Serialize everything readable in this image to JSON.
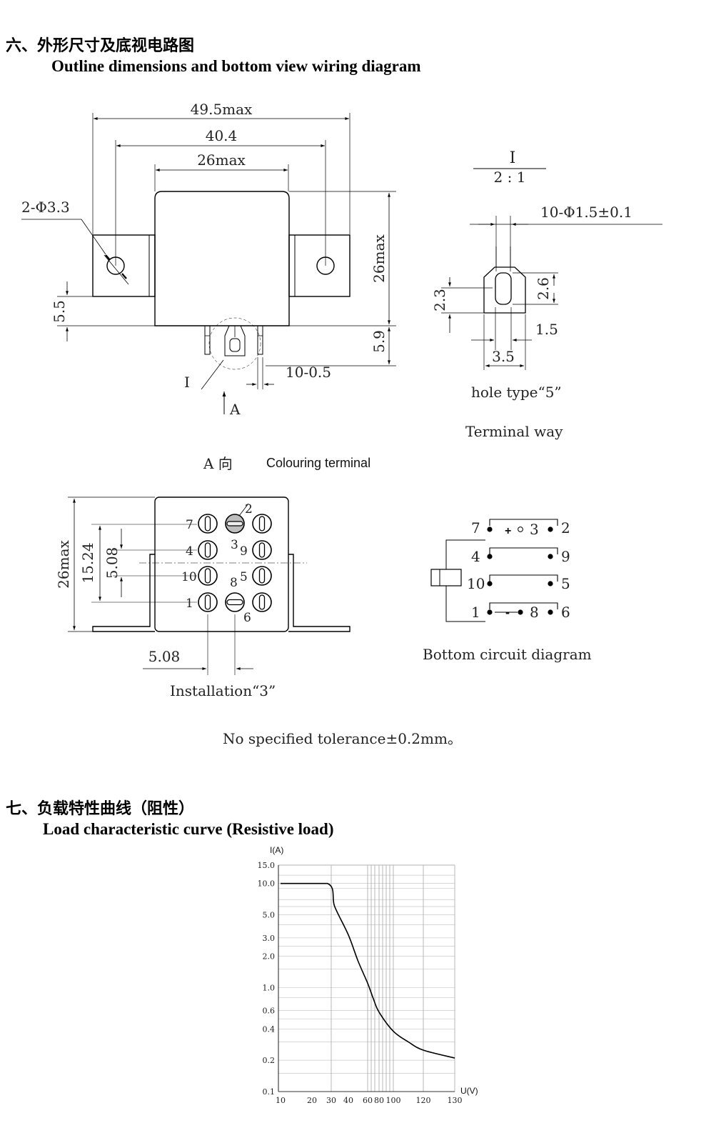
{
  "section6": {
    "title_cn": "六、外形尺寸及底视电路图",
    "title_en": "Outline dimensions and bottom view wiring diagram"
  },
  "outline": {
    "dim_overall": "49.5max",
    "dim_holes": "40.4",
    "dim_body": "26max",
    "dim_height": "26max",
    "dim_holes_dia": "2-Φ3.3",
    "dim_flange": "5.5",
    "dim_pin_len": "5.9",
    "dim_pin_w": "10-0.5",
    "detail_ref": "I",
    "view_ref": "A"
  },
  "detail": {
    "ref": "I",
    "scale": "2 : 1",
    "hole_dia": "10-Φ1.5±0.1",
    "dim_a": "2.3",
    "dim_b": "2.6",
    "dim_c": "1.5",
    "dim_d": "3.5",
    "caption_1": "hole type“5”",
    "caption_2": "Terminal way"
  },
  "view_a": {
    "title": "A 向",
    "colouring_label": "Colouring terminal",
    "dim_h": "26max",
    "dim_pitch_v": "15.24",
    "dim_pitch_s": "5.08",
    "dim_pitch_h": "5.08",
    "caption": "Installation“3”",
    "pins": [
      "7",
      "2",
      "4",
      "3",
      "9",
      "10",
      "8",
      "5",
      "1",
      "6"
    ]
  },
  "circuit": {
    "caption": "Bottom circuit diagram",
    "pins_left": [
      "7",
      "4",
      "10",
      "1"
    ],
    "pins_mid": [
      "3",
      "8"
    ],
    "pins_right": [
      "2",
      "9",
      "5",
      "6"
    ],
    "plus": "+",
    "minus": "-"
  },
  "tolerance_note": "No specified tolerance±0.2mm。",
  "section7": {
    "title_cn": "七、负载特性曲线（阻性）",
    "title_en": "Load characteristic curve (Resistive load)"
  },
  "chart_data": {
    "type": "line",
    "title": "",
    "xlabel": "U(V)",
    "ylabel": "I(A)",
    "x_ticks": [
      "10",
      "20",
      "30",
      "40",
      "60",
      "80",
      "100",
      "120",
      "130"
    ],
    "y_ticks": [
      "15.0",
      "10.0",
      "5.0",
      "3.0",
      "2.0",
      "1.0",
      "0.6",
      "0.4",
      "0.2",
      "0.1"
    ],
    "y_scale": "log",
    "grid": true,
    "series": [
      {
        "x": [
          10,
          28,
          32,
          40,
          50,
          60,
          70,
          80,
          100,
          110,
          120,
          130
        ],
        "y": [
          10,
          10,
          6,
          3.2,
          1.8,
          1.1,
          0.78,
          0.58,
          0.38,
          0.3,
          0.25,
          0.21
        ]
      }
    ]
  }
}
